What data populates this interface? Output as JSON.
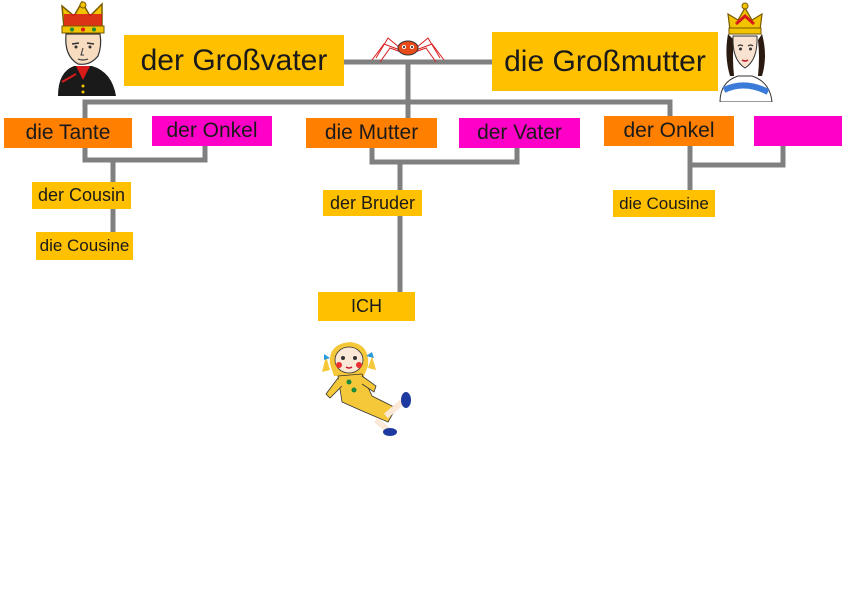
{
  "colors": {
    "yellow": "#ffc000",
    "orange": "#ff7f00",
    "pink": "#ff00c8",
    "line": "#808080"
  },
  "family": {
    "grandfather": "der Großvater",
    "grandmother": "die Großmutter",
    "aunt": "die Tante",
    "uncle_left": "der Onkel",
    "mother": "die Mutter",
    "father": "der Vater",
    "uncle_right": "der Onkel",
    "uncle_right_spouse": "",
    "cousin_male": "der Cousin",
    "cousin_female_left": "die Cousine",
    "brother": "der Bruder",
    "me": "ICH",
    "cousin_female_right": "die Cousine"
  },
  "icons": {
    "king": "king-icon",
    "queen": "queen-icon",
    "spider": "spider-icon",
    "doll": "doll-icon"
  }
}
